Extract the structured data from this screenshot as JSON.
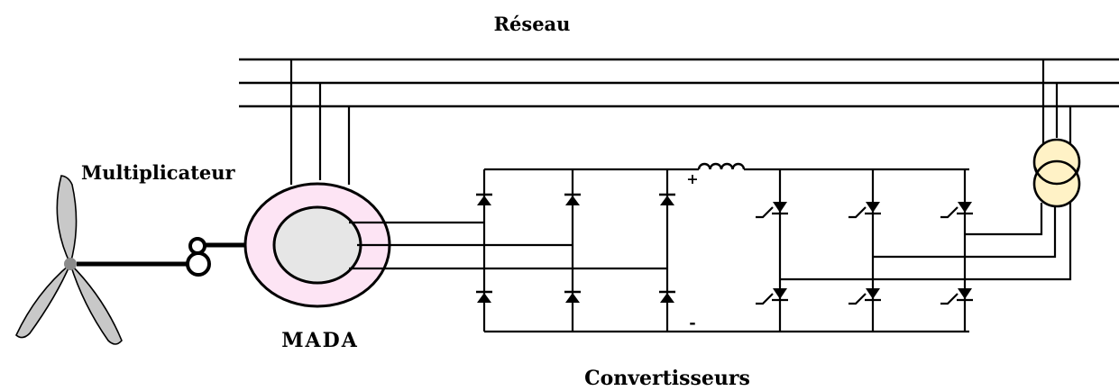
{
  "labels": {
    "grid": "Réseau",
    "gearbox": "Multiplicateur",
    "machine": "MADA",
    "converters": "Convertisseurs"
  },
  "colors": {
    "blade": "#c8c8c8",
    "hub": "#8a8a8a",
    "stator": "#fde4f4",
    "rotor": "#e6e6e6",
    "transformer": "#fff2c6",
    "line": "#000000"
  },
  "icons": {
    "turbine": "wind-turbine-icon",
    "gearbox": "gearbox-icon",
    "machine": "induction-machine-icon",
    "diode": "diode-icon",
    "igbt": "igbt-switch-icon",
    "inductor": "inductor-icon",
    "transformer": "transformer-icon"
  },
  "dc_link": {
    "positive": "+",
    "negative": "-"
  }
}
